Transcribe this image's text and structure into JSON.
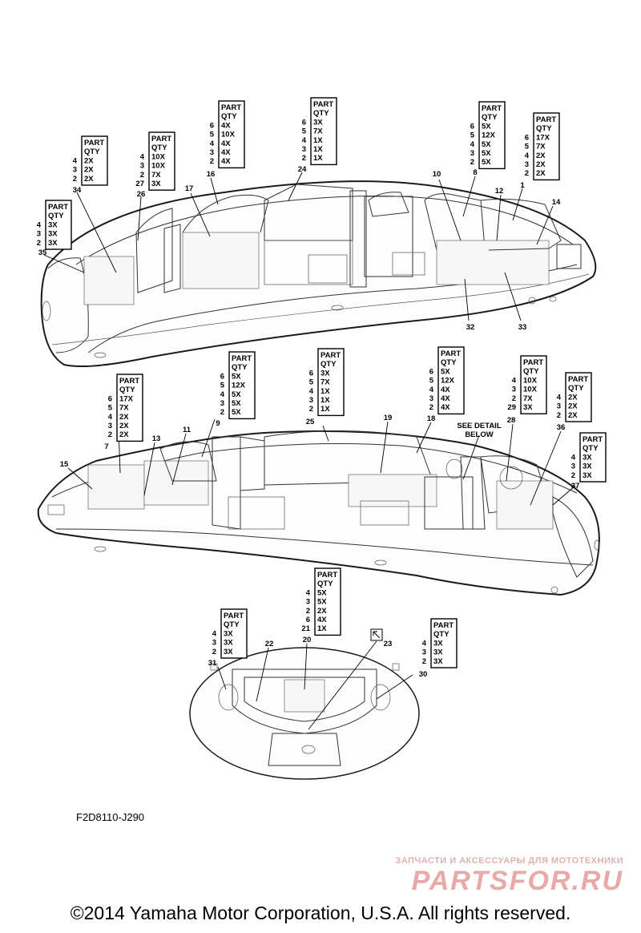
{
  "header_rows": [
    "PART",
    "QTY"
  ],
  "tables": [
    {
      "id": "t34",
      "callout": "34",
      "parts": [
        "4",
        "3",
        "2"
      ],
      "qty": [
        "2X",
        "2X",
        "2X"
      ]
    },
    {
      "id": "t26",
      "callout": "26",
      "parts": [
        "4",
        "3",
        "2",
        "27"
      ],
      "qty": [
        "10X",
        "10X",
        "7X",
        "3X"
      ]
    },
    {
      "id": "t16",
      "callout": "16",
      "parts": [
        "6",
        "5",
        "4",
        "3",
        "2"
      ],
      "qty": [
        "4X",
        "10X",
        "4X",
        "4X",
        "4X"
      ]
    },
    {
      "id": "t24",
      "callout": "24",
      "parts": [
        "6",
        "5",
        "4",
        "3",
        "2"
      ],
      "qty": [
        "3X",
        "7X",
        "1X",
        "1X",
        "1X"
      ]
    },
    {
      "id": "t8",
      "callout": "8",
      "parts": [
        "6",
        "5",
        "4",
        "3",
        "2"
      ],
      "qty": [
        "5X",
        "12X",
        "5X",
        "5X",
        "5X"
      ]
    },
    {
      "id": "t1",
      "callout": "1",
      "parts": [
        "6",
        "5",
        "4",
        "3",
        "2"
      ],
      "qty": [
        "17X",
        "7X",
        "2X",
        "2X",
        "2X"
      ]
    },
    {
      "id": "t35",
      "callout": "35",
      "parts": [
        "4",
        "3",
        "2"
      ],
      "qty": [
        "3X",
        "3X",
        "3X"
      ]
    },
    {
      "id": "t7",
      "callout": "7",
      "parts": [
        "6",
        "5",
        "4",
        "3",
        "2"
      ],
      "qty": [
        "17X",
        "7X",
        "2X",
        "2X",
        "2X"
      ]
    },
    {
      "id": "t9",
      "callout": "9",
      "parts": [
        "6",
        "5",
        "4",
        "3",
        "2"
      ],
      "qty": [
        "5X",
        "12X",
        "5X",
        "5X",
        "5X"
      ]
    },
    {
      "id": "t25",
      "callout": "25",
      "parts": [
        "6",
        "5",
        "4",
        "3",
        "2"
      ],
      "qty": [
        "3X",
        "7X",
        "1X",
        "1X",
        "1X"
      ]
    },
    {
      "id": "t18",
      "callout": "18",
      "parts": [
        "6",
        "5",
        "4",
        "3",
        "2"
      ],
      "qty": [
        "5X",
        "12X",
        "4X",
        "4X",
        "4X"
      ]
    },
    {
      "id": "t28",
      "callout": "28",
      "parts": [
        "4",
        "3",
        "2",
        "29"
      ],
      "qty": [
        "10X",
        "10X",
        "7X",
        "3X"
      ]
    },
    {
      "id": "t36",
      "callout": "36",
      "parts": [
        "4",
        "3",
        "2"
      ],
      "qty": [
        "2X",
        "2X",
        "2X"
      ]
    },
    {
      "id": "t37",
      "callout": "37",
      "parts": [
        "4",
        "3",
        "2"
      ],
      "qty": [
        "3X",
        "3X",
        "3X"
      ]
    },
    {
      "id": "t20",
      "callout": "20",
      "parts": [
        "4",
        "3",
        "2",
        "6",
        "21"
      ],
      "qty": [
        "5X",
        "5X",
        "2X",
        "4X",
        "1X"
      ]
    },
    {
      "id": "t31",
      "callout": "31",
      "parts": [
        "4",
        "3",
        "2"
      ],
      "qty": [
        "3X",
        "3X",
        "3X"
      ]
    },
    {
      "id": "t30",
      "callout": "30",
      "parts": [
        "4",
        "3",
        "2"
      ],
      "qty": [
        "3X",
        "3X",
        "3X"
      ]
    }
  ],
  "callouts": {
    "c17": "17",
    "c10": "10",
    "c12": "12",
    "c14": "14",
    "c32": "32",
    "c33": "33",
    "c15": "15",
    "c13": "13",
    "c11": "11",
    "c19": "19",
    "c22": "22",
    "c23": "23"
  },
  "see_detail": [
    "SEE DETAIL",
    "BELOW"
  ],
  "diagram_code": "F2D8110-J290",
  "watermark": {
    "sub": "ЗАПЧАСТИ И АКСЕССУАРЫ ДЛЯ МОТОТЕХНИКИ",
    "main": "PARTSFOR.RU"
  },
  "copyright": "©2014 Yamaha Motor Corporation, U.S.A. All rights reserved."
}
